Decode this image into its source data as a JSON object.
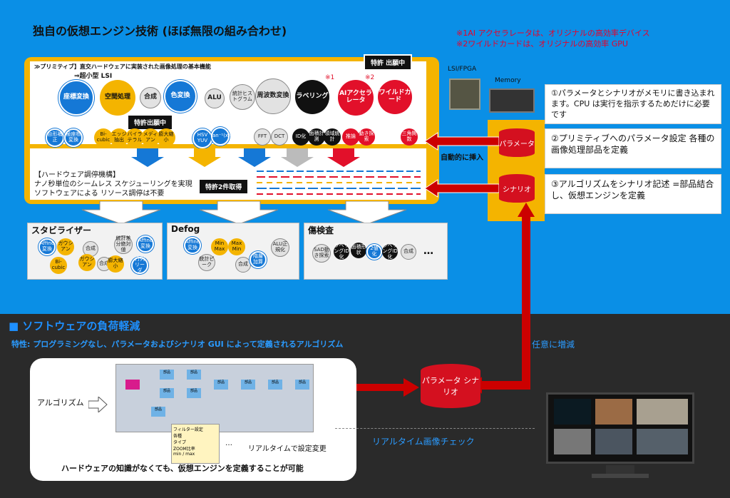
{
  "title": "独自の仮想エンジン技術 (ほぼ無限の組み合わせ)",
  "notes": [
    "※1AI アクセラレータは、オリジナルの高効率デバイス",
    "※2ワイルドカードは、オリジナルの高効率 GPU"
  ],
  "primitive_header": "≫プリミティブ】直交ハードウェアに実装された画像処理の基本機能",
  "primitive_sub": "⇒超小型 LSI",
  "patent_pending": "特許 出願中",
  "patent_pending2": "特許出願中",
  "patent_granted": "特許2件取得",
  "mark1": "※1",
  "mark2": "※2",
  "circles_top": [
    "座標変換",
    "空間処理",
    "合成",
    "色変換",
    "ALU",
    "統計ヒストグラム",
    "周波数変換",
    "ラベリング",
    "AIアクセラレータ",
    "ワイルドカード"
  ],
  "circles_small": [
    "台形補正",
    "極座標変換",
    "Bi-cubic",
    "エッジ抽出",
    "バイラテラル",
    "メディアン",
    "膨大縮小",
    "HSV YUV",
    "tan⁻¹(x)",
    "FFT",
    "DCT",
    "ID化",
    "面積計測",
    "領域統計",
    "推論",
    "動き探索",
    "三角関数"
  ],
  "hw_title": "【ハードウェア調停機構】",
  "hw_line1": "ナノ秒単位のシームレス スケジューリングを実現",
  "hw_line2": "ソフトウェアによる リソース調停は不要",
  "lsi": "LSI/FPGA",
  "memory": "Memory",
  "right1": "①パラメータとシナリオがメモリに書き込まれます。CPU は実行を指示するためだけに必要です",
  "right2": "②プリミティブへのパラメータ設定 各種の画像処理部品を定義",
  "right3": "③アルゴリズムをシナリオ記述 =部品結合し、仮想エンジンを定義",
  "param": "パラメータ",
  "scenario": "シナリオ",
  "auto_insert": "自動的に挿入",
  "stab": {
    "title": "スタビライザー",
    "nodes": [
      "Affine変換",
      "ガウシアン",
      "合成",
      "統計差分絶対値",
      "Affine変換",
      "Bi-cubic",
      "ガウシアン",
      "合成",
      "膨大縮小",
      "行列リーダ"
    ]
  },
  "defog": {
    "title": "Defog",
    "nodes": [
      "Affine変換",
      "Min Max",
      "Max Min",
      "ALU正規化",
      "統計ピーク",
      "合成",
      "階層加算"
    ]
  },
  "defect": {
    "title": "傷検査",
    "nodes": [
      "SAD動き探索",
      "ラベリングID化",
      "面積形状",
      "2値化",
      "ラベリングID化",
      "合成"
    ]
  },
  "bottom_title": "■ ソフトウェアの負荷軽減",
  "bottom_feature": "特性: プログラミングなし、パラメータおよびシナリオ GUI によって定義されるアルゴリズム",
  "algorithm": "アルゴリズム",
  "realtime_change": "リアルタイムで設定変更",
  "no_hw_knowledge": "ハードウェアの知識がなくても、仮想エンジンを定義することが可能",
  "param_scenario": "パラメータ シナリオ",
  "arbitrary": "任意に増減",
  "realtime_check": "リアルタイム画像チェック",
  "gui_block": "部品",
  "filter_panel": [
    "フィルター設定",
    "各種",
    "タイプ",
    "ZOOM比率",
    "min / max"
  ],
  "ellipsis": "…"
}
